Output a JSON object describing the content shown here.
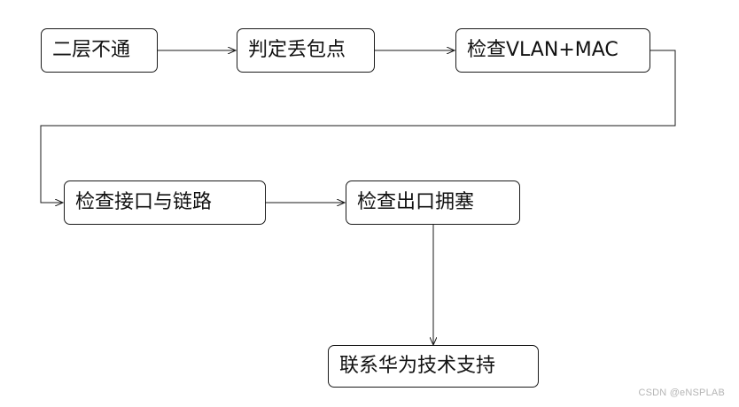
{
  "diagram": {
    "nodes": [
      {
        "id": "n1",
        "label": "二层不通"
      },
      {
        "id": "n2",
        "label": "判定丢包点"
      },
      {
        "id": "n3",
        "label": "检查VLAN+MAC"
      },
      {
        "id": "n4",
        "label": "检查接口与链路"
      },
      {
        "id": "n5",
        "label": "检查出口拥塞"
      },
      {
        "id": "n6",
        "label": "联系华为技术支持"
      }
    ],
    "edges": [
      {
        "from": "n1",
        "to": "n2"
      },
      {
        "from": "n2",
        "to": "n3"
      },
      {
        "from": "n3",
        "to": "n4"
      },
      {
        "from": "n4",
        "to": "n5"
      },
      {
        "from": "n5",
        "to": "n6"
      }
    ],
    "line_color": "#1a1a1a",
    "box_border_color": "#1a1a1a"
  },
  "watermark": "CSDN @eNSPLAB"
}
